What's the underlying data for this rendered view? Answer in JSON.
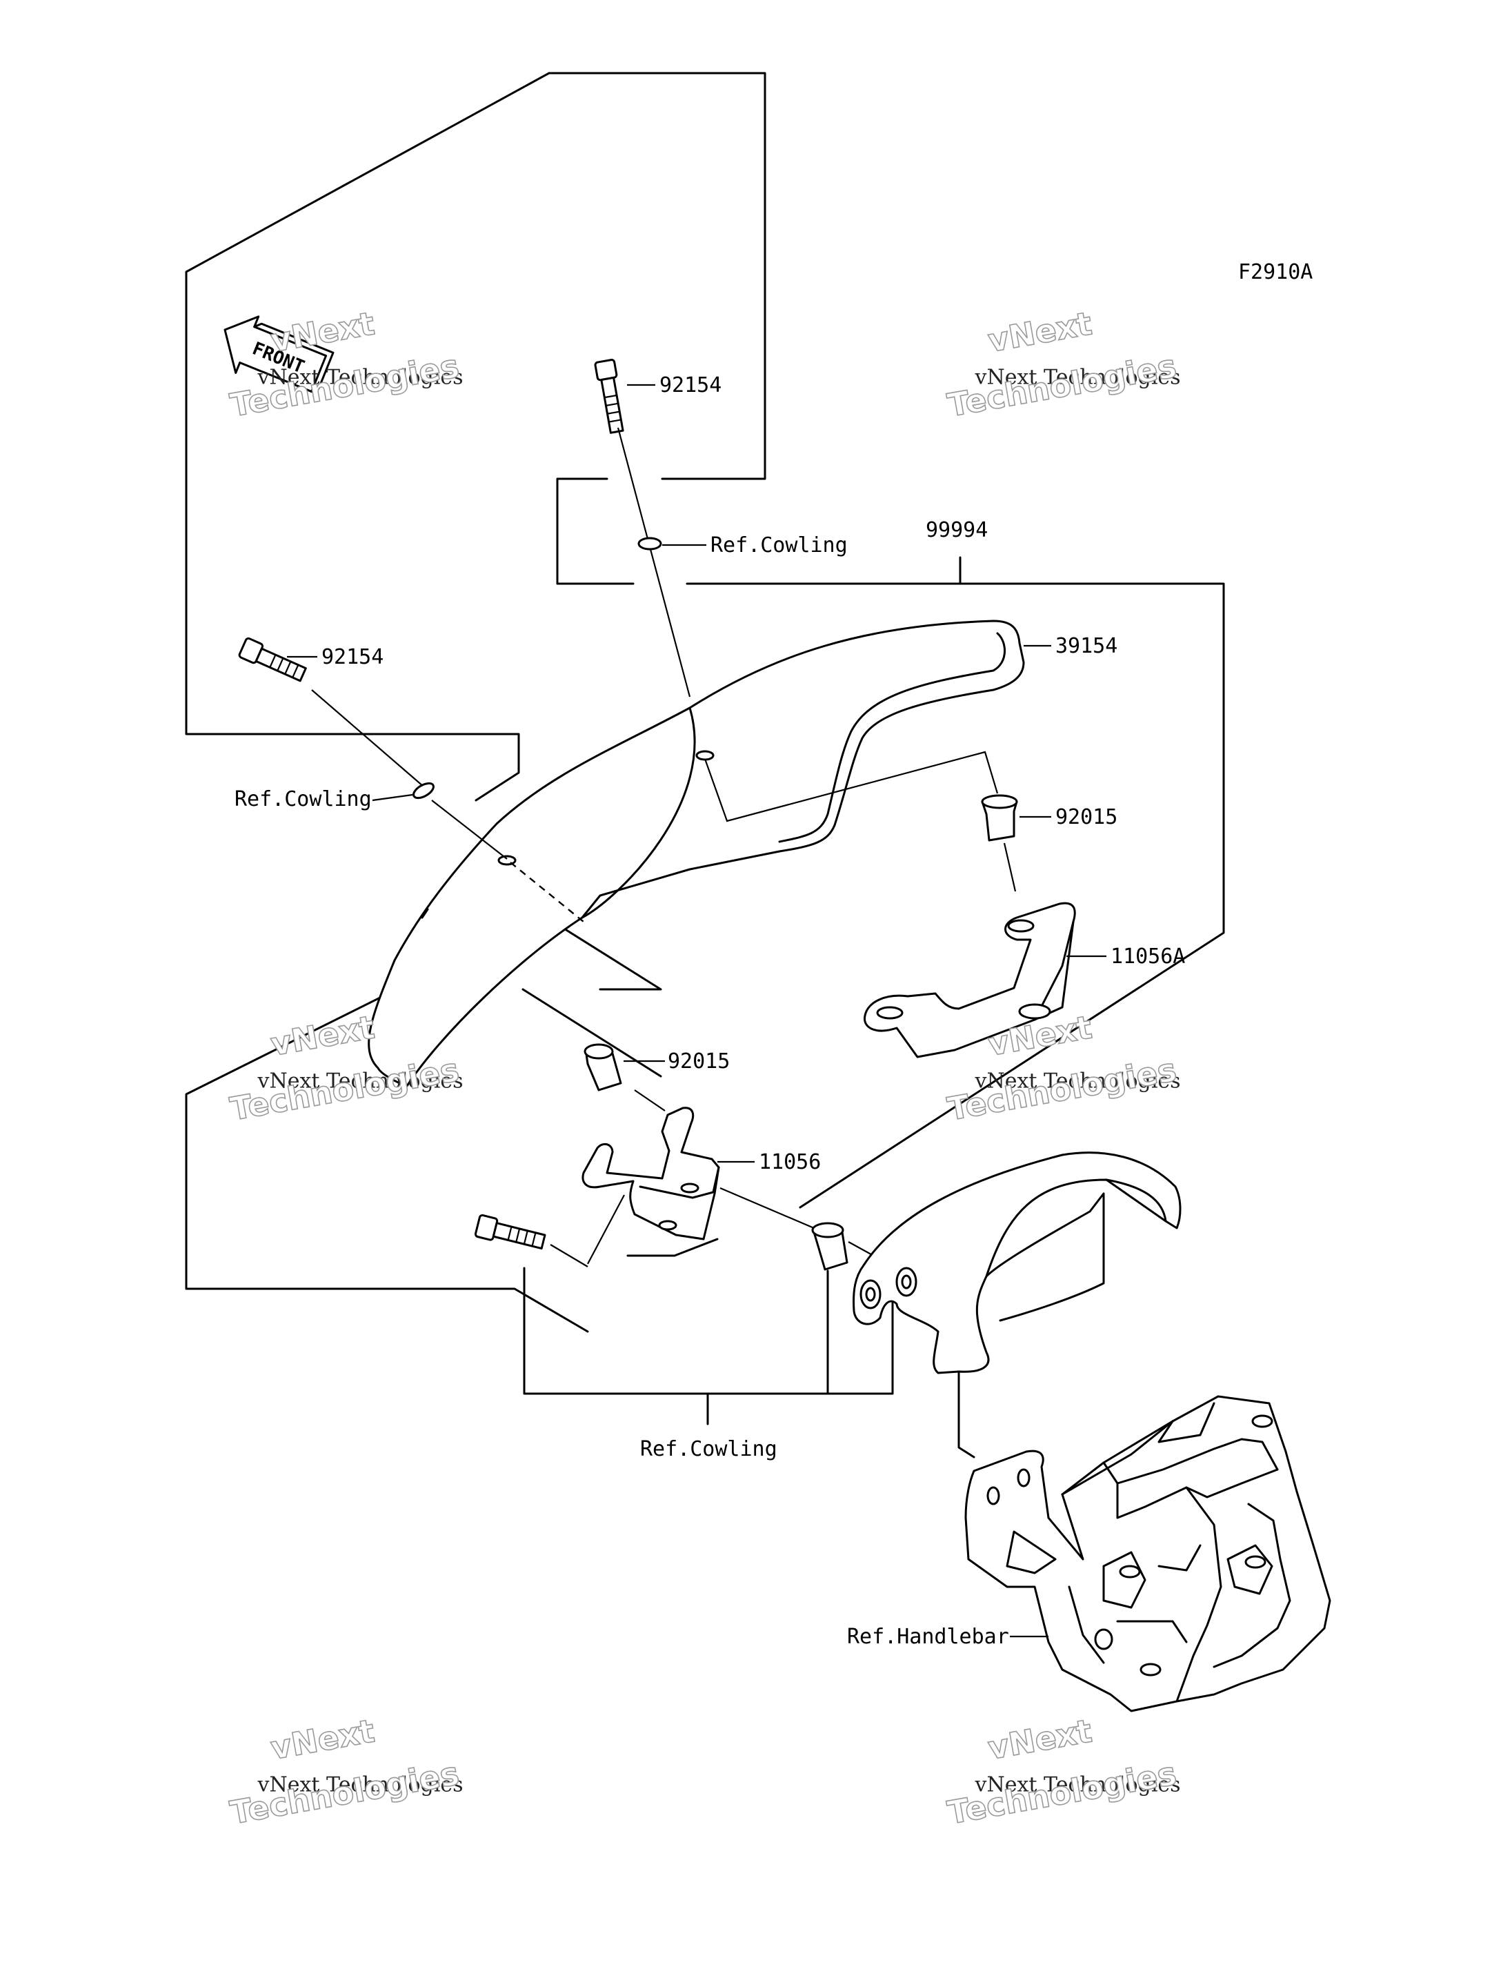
{
  "figure_code": "F2910A",
  "front_marker": "FRONT",
  "callouts": {
    "bolt_top": "92154",
    "ref_cowling_top": "Ref.Cowling",
    "kit": "99994",
    "windshield": "39154",
    "bolt_left": "92154",
    "ref_cowling_left": "Ref.Cowling",
    "collar_right": "92015",
    "bracket_right": "11056A",
    "collar_center": "92015",
    "bracket_center": "11056",
    "ref_cowling_bottom": "Ref.Cowling",
    "ref_handlebar": "Ref.Handlebar"
  },
  "watermark": {
    "line1": "vNext",
    "line2": "vNext Technologies",
    "line3": "Technologies"
  }
}
